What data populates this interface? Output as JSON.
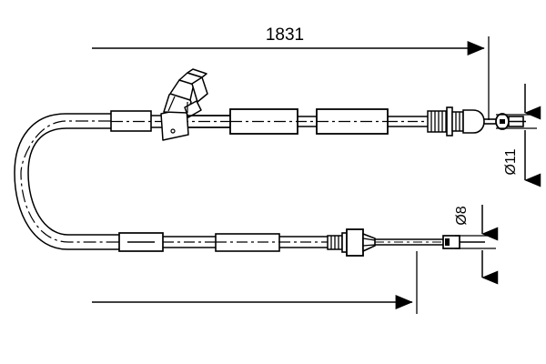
{
  "drawing": {
    "title": "Handbrake cable technical drawing",
    "background_color": "#ffffff",
    "line_color": "#000000",
    "dimensions": {
      "overall_length": {
        "label": "1831",
        "unit_implied": "mm",
        "orientation": "horizontal",
        "arrow_end": "right"
      },
      "upper_end_diameter": {
        "label": "Ø11",
        "orientation": "vertical-rotated",
        "arrow_style": "inward"
      },
      "lower_end_diameter": {
        "label": "Ø8",
        "orientation": "vertical-rotated",
        "arrow_style": "inward"
      },
      "lower_length": {
        "label": "",
        "orientation": "horizontal",
        "arrow_end": "right"
      }
    },
    "parts": {
      "cable_bend": "u-bend-cable",
      "upper_run": "upper-cable-run",
      "lower_run": "lower-cable-run",
      "bracket": "mounting-bracket",
      "upper_sleeves": [
        "sleeve-1",
        "sleeve-2",
        "sleeve-3"
      ],
      "lower_sleeves": [
        "sleeve-1",
        "sleeve-2"
      ],
      "upper_adjuster": "threaded-adjuster",
      "upper_eyelet": "end-eyelet",
      "lower_adjuster": "threaded-nipple",
      "lower_terminal": "end-terminal"
    }
  }
}
